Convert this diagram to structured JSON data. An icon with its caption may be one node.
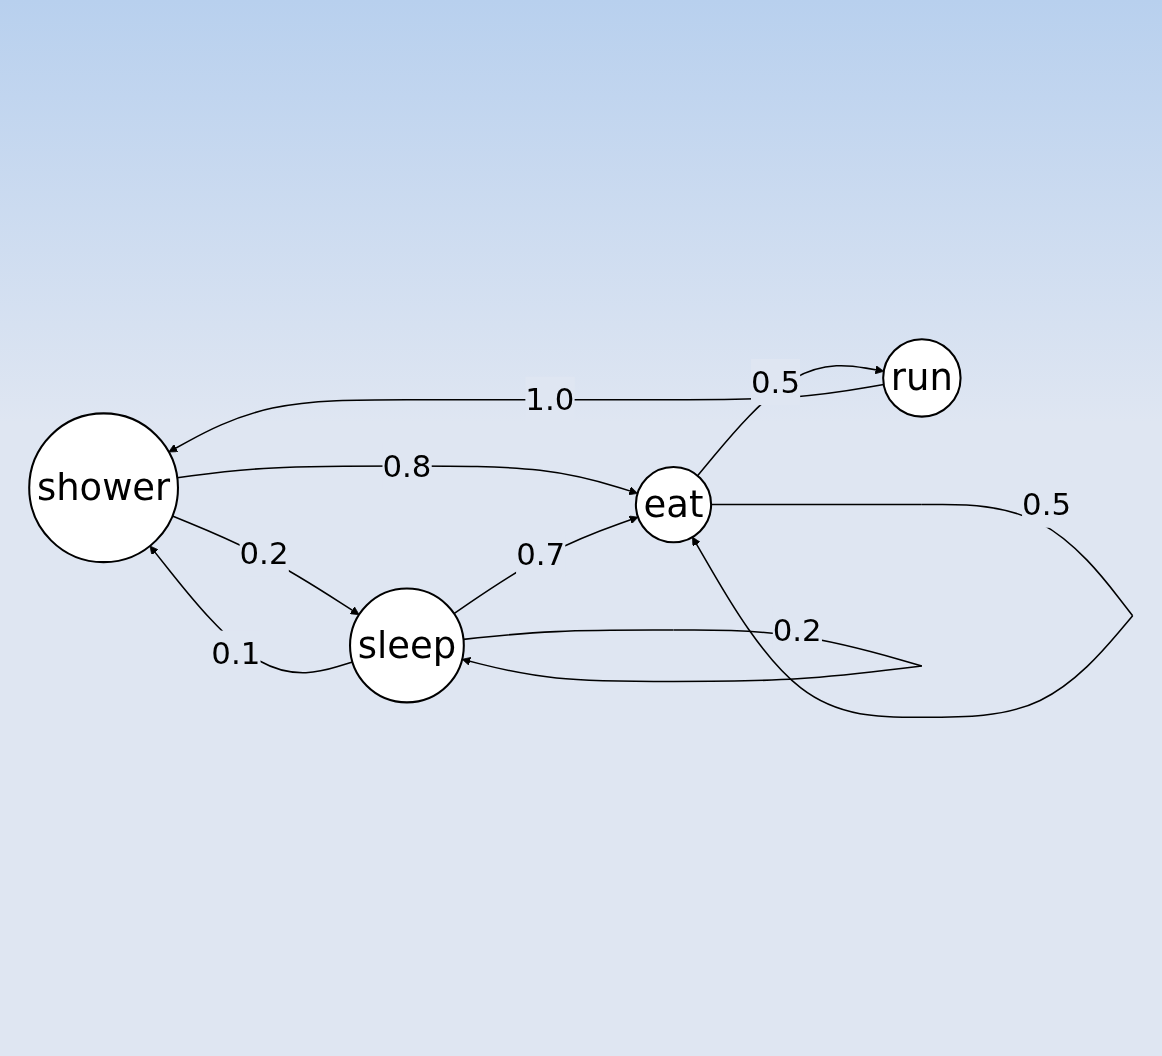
{
  "diagram": {
    "nodes": [
      {
        "text": [
          "shower"
        ]
      },
      {
        "text": [
          "eat"
        ]
      },
      {
        "text": [
          "run"
        ]
      },
      {
        "text": [
          "sleep"
        ]
      }
    ],
    "edges": [
      {
        "from": 0,
        "to": 1,
        "arrow": "to",
        "label": "0.8"
      },
      {
        "from": 1,
        "to": 1,
        "arrow": "to",
        "label": "0.5"
      },
      {
        "from": 1,
        "to": 2,
        "arrow": "to",
        "label": "0.5"
      },
      {
        "from": 2,
        "to": 0,
        "arrow": "to",
        "label": "1.0"
      },
      {
        "from": 0,
        "to": 3,
        "arrow": "to",
        "label": "0.2"
      },
      {
        "from": 3,
        "to": 0,
        "arrow": "to",
        "label": "0.1"
      },
      {
        "from": 3,
        "to": 1,
        "arrow": "to",
        "label": "0.7"
      },
      {
        "from": 3,
        "to": 3,
        "arrow": "to",
        "label": "0.2"
      }
    ]
  }
}
